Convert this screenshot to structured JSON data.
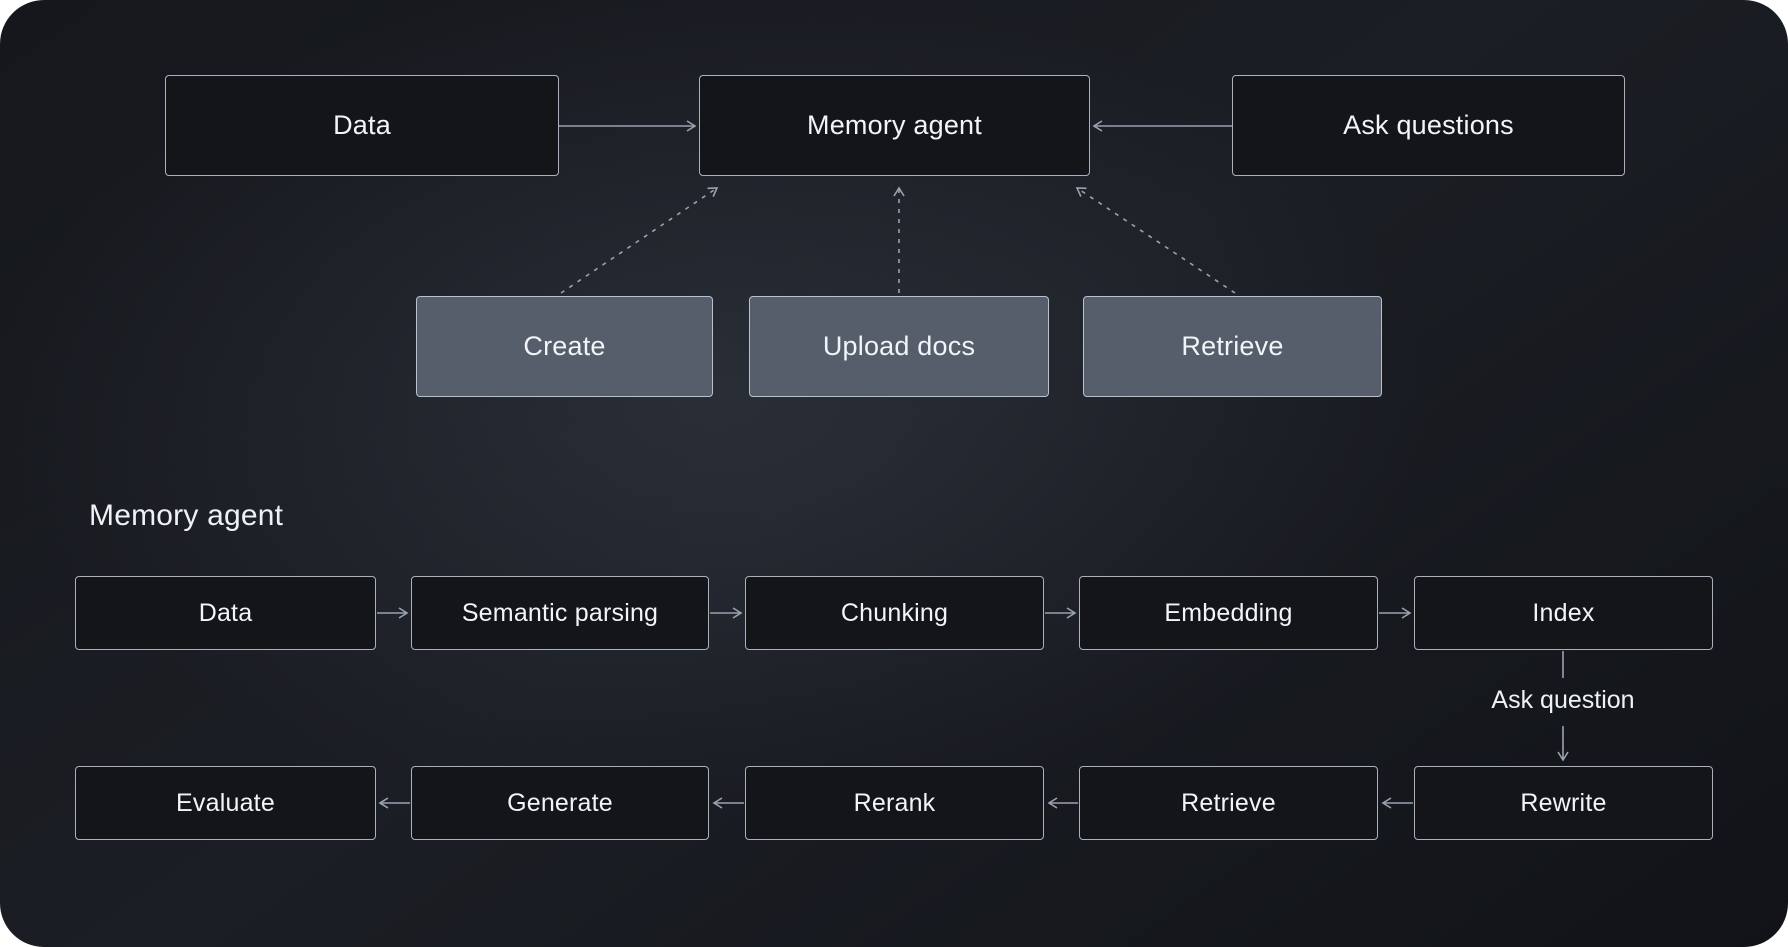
{
  "overview": {
    "data": "Data",
    "memory_agent": "Memory agent",
    "ask_questions": "Ask questions",
    "create": "Create",
    "upload_docs": "Upload docs",
    "retrieve": "Retrieve"
  },
  "detail": {
    "heading": "Memory agent",
    "index_row": [
      "Data",
      "Semantic parsing",
      "Chunking",
      "Embedding",
      "Index"
    ],
    "ask_question_label": "Ask question",
    "query_row": [
      "Evaluate",
      "Generate",
      "Rerank",
      "Retrieve",
      "Rewrite"
    ]
  },
  "colors": {
    "background": "#16181d",
    "dark_node_fill": "#131519",
    "dark_node_border": "#a9b1c0",
    "light_node_fill": "#565d6b",
    "light_node_border": "#bac1cd",
    "arrow": "#9aa2b1",
    "text": "#f2f4f7"
  }
}
